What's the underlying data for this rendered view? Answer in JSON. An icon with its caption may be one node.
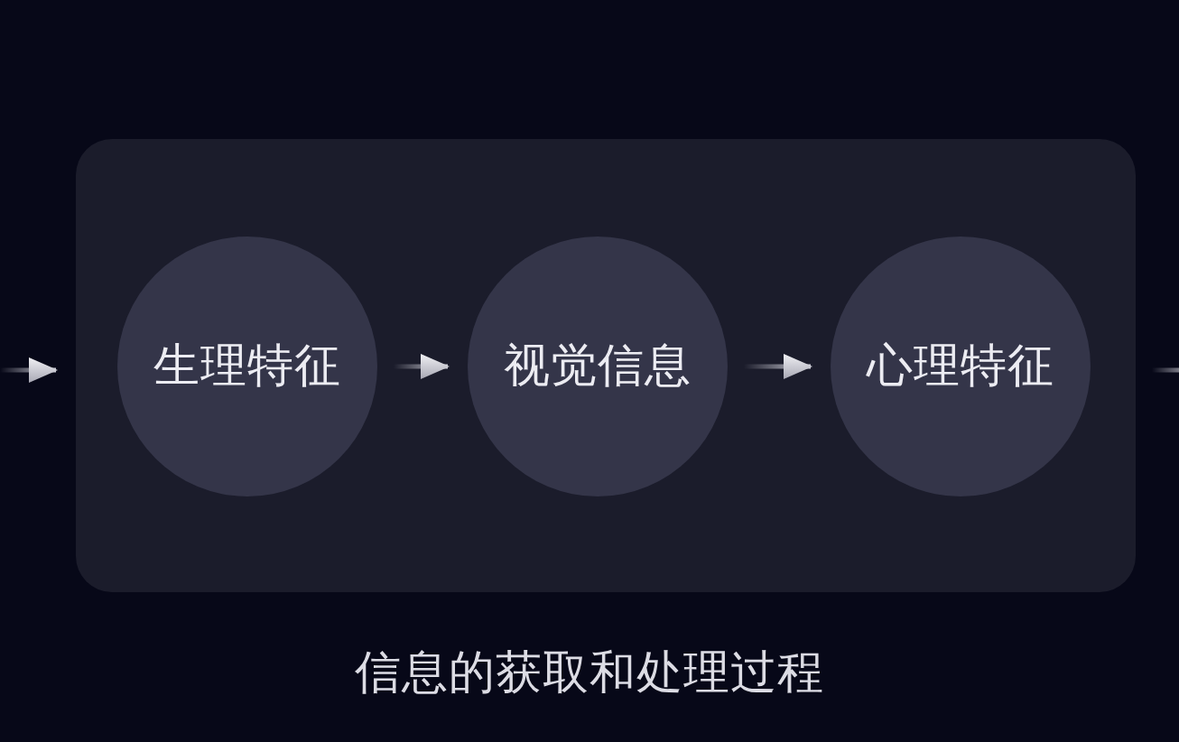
{
  "diagram": {
    "caption": "信息的获取和处理过程",
    "nodes": [
      {
        "text": [],
        "shape": "box"
      },
      {
        "text": [
          "生理特征"
        ],
        "in": 0
      },
      {
        "text": [
          "视觉信息"
        ],
        "in": 0
      },
      {
        "text": [
          "心理特征"
        ],
        "in": 0
      }
    ],
    "edges": [
      {
        "from": null,
        "to": 0,
        "arrow": "to"
      },
      {
        "from": 1,
        "to": 2,
        "arrow": "to"
      },
      {
        "from": 2,
        "to": 3,
        "arrow": "to"
      },
      {
        "from": 0,
        "to": null,
        "arrow": "none"
      }
    ]
  }
}
